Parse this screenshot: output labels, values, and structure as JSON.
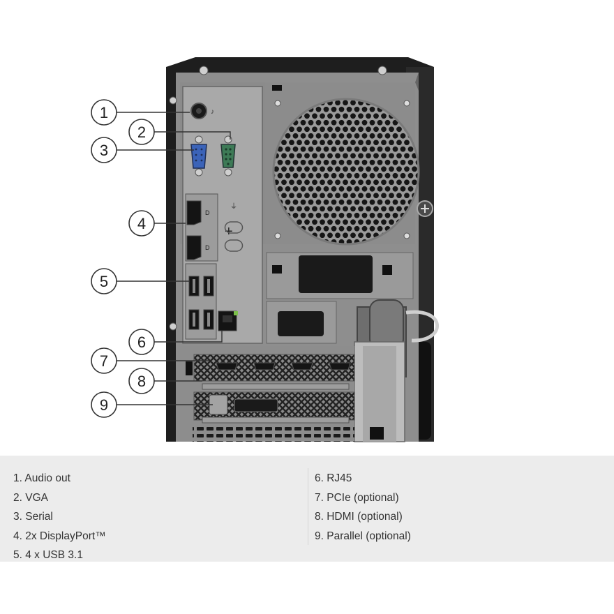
{
  "callouts": [
    "1",
    "2",
    "3",
    "4",
    "5",
    "6",
    "7",
    "8",
    "9"
  ],
  "legend": {
    "left": [
      "1. Audio out",
      "2. VGA",
      "3. Serial",
      "4. 2x DisplayPort™",
      "5. 4 x USB 3.1"
    ],
    "right": [
      "6. RJ45",
      "7. PCIe (optional)",
      "8. HDMI (optional)",
      "9. Parallel (optional)"
    ]
  },
  "colors": {
    "chassis": "#1e1e1e",
    "panel": "#8e8e8e",
    "io_plate": "#a9a9a9",
    "vga_port": "#3b63b8",
    "serial_port": "#3d7a56",
    "legend_bg": "#ececec"
  }
}
